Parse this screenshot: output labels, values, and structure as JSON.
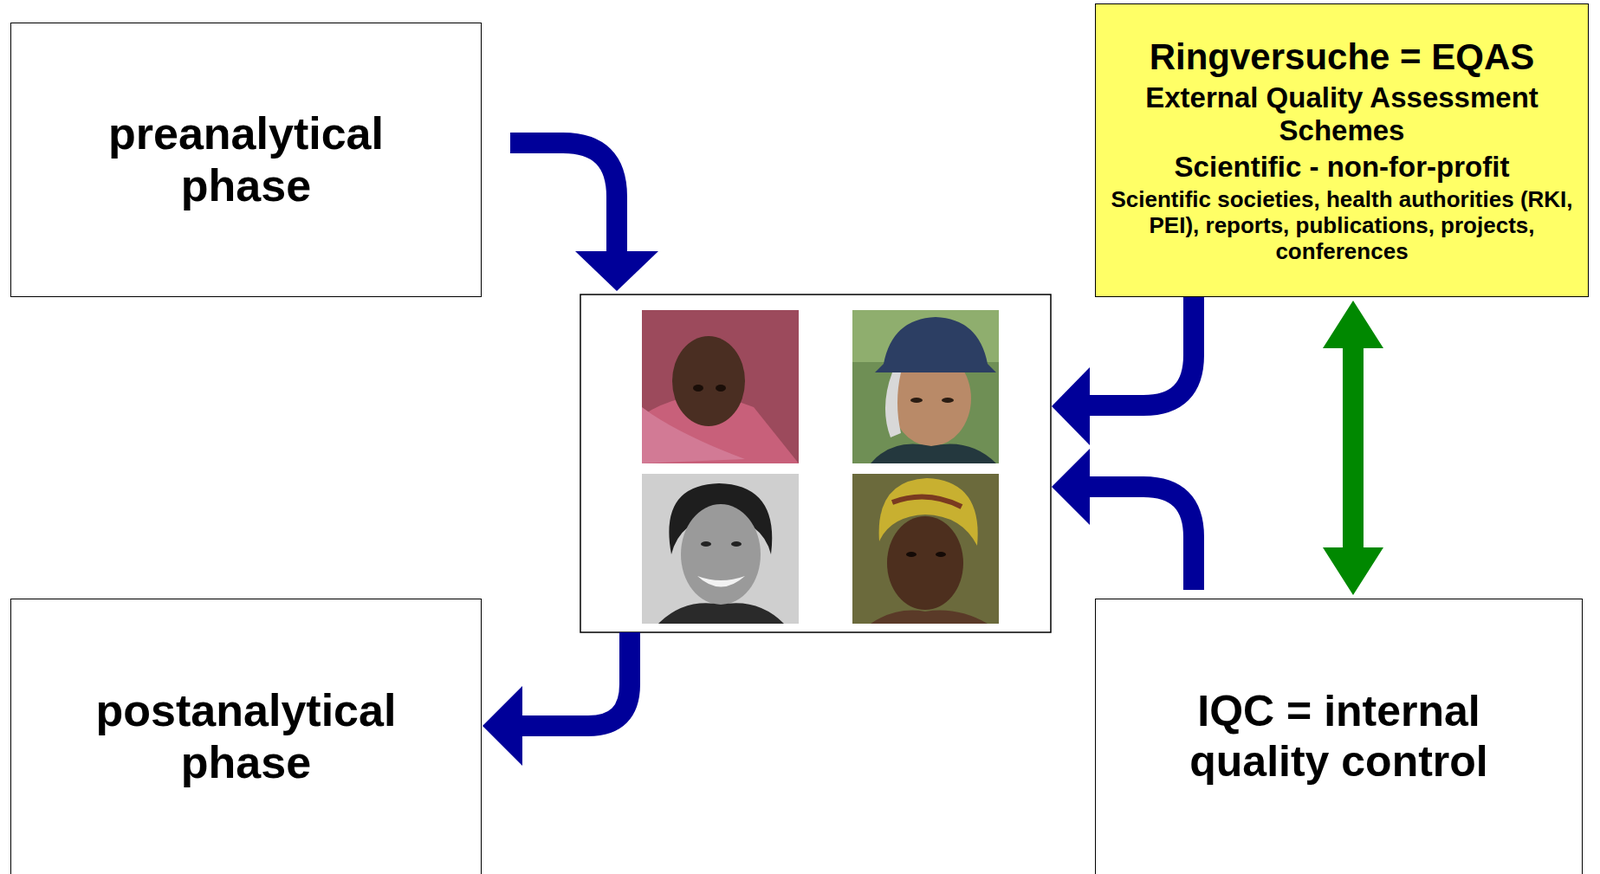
{
  "diagram": {
    "nodes": [
      {
        "text": [
          "preanalytical phase"
        ]
      },
      {
        "text": [
          "Ringversuche = EQAS",
          "External Quality Assessment Schemes",
          "Scientific - non-for-profit",
          "Scientific societies, health authorities (RKI, PEI), reports, publications, projects, conferences"
        ]
      },
      {
        "text": [
          "postanalytical phase"
        ]
      },
      {
        "text": [
          "IQC = internal quality control"
        ]
      }
    ],
    "edges": [
      {
        "from": 1,
        "to": 3,
        "arrow": "both"
      }
    ]
  }
}
